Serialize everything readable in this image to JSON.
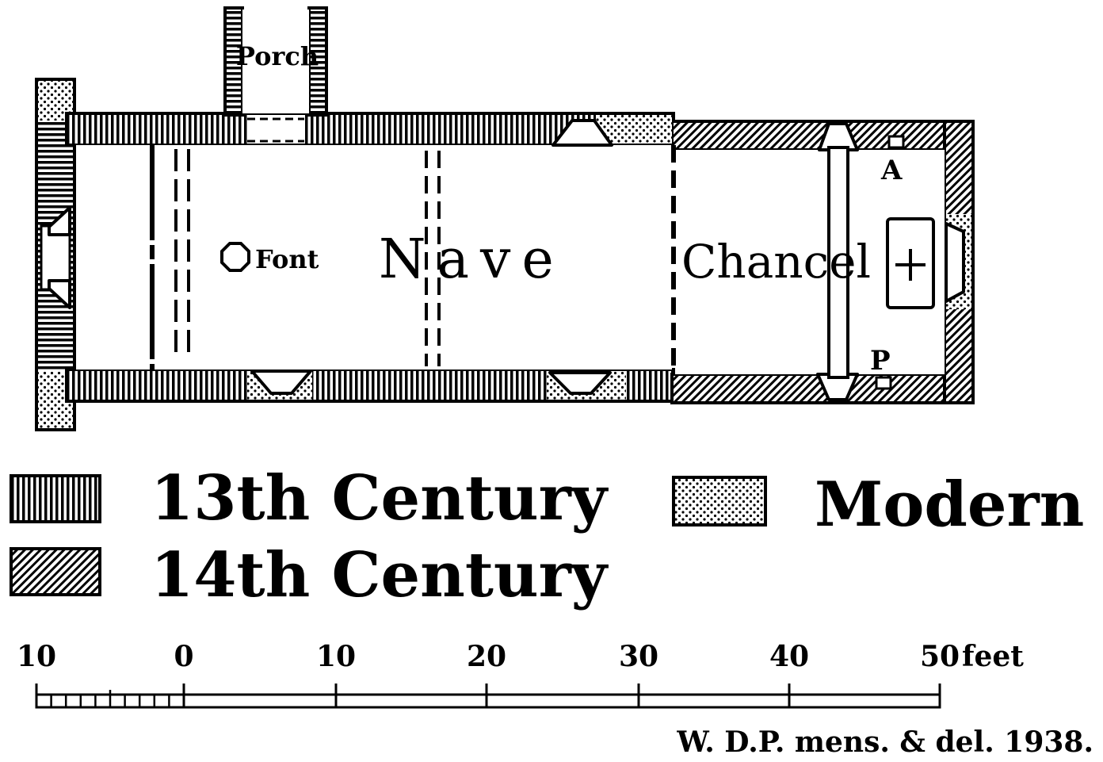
{
  "plan": {
    "rooms": {
      "porch": "Porch",
      "font": "Font",
      "nave": "Nave",
      "chancel": "Chancel"
    },
    "marks": {
      "a": "A",
      "p": "P"
    }
  },
  "legend": {
    "items": [
      {
        "label": "13th Century",
        "pattern": "vertical-hatch"
      },
      {
        "label": "Modern",
        "pattern": "dots"
      },
      {
        "label": "14th Century",
        "pattern": "diagonal-hatch"
      }
    ]
  },
  "scale": {
    "ticks": [
      "10",
      "0",
      "10",
      "20",
      "30",
      "40",
      "50"
    ],
    "unit": "feet"
  },
  "credit": "W. D.P. mens. & del. 1938."
}
